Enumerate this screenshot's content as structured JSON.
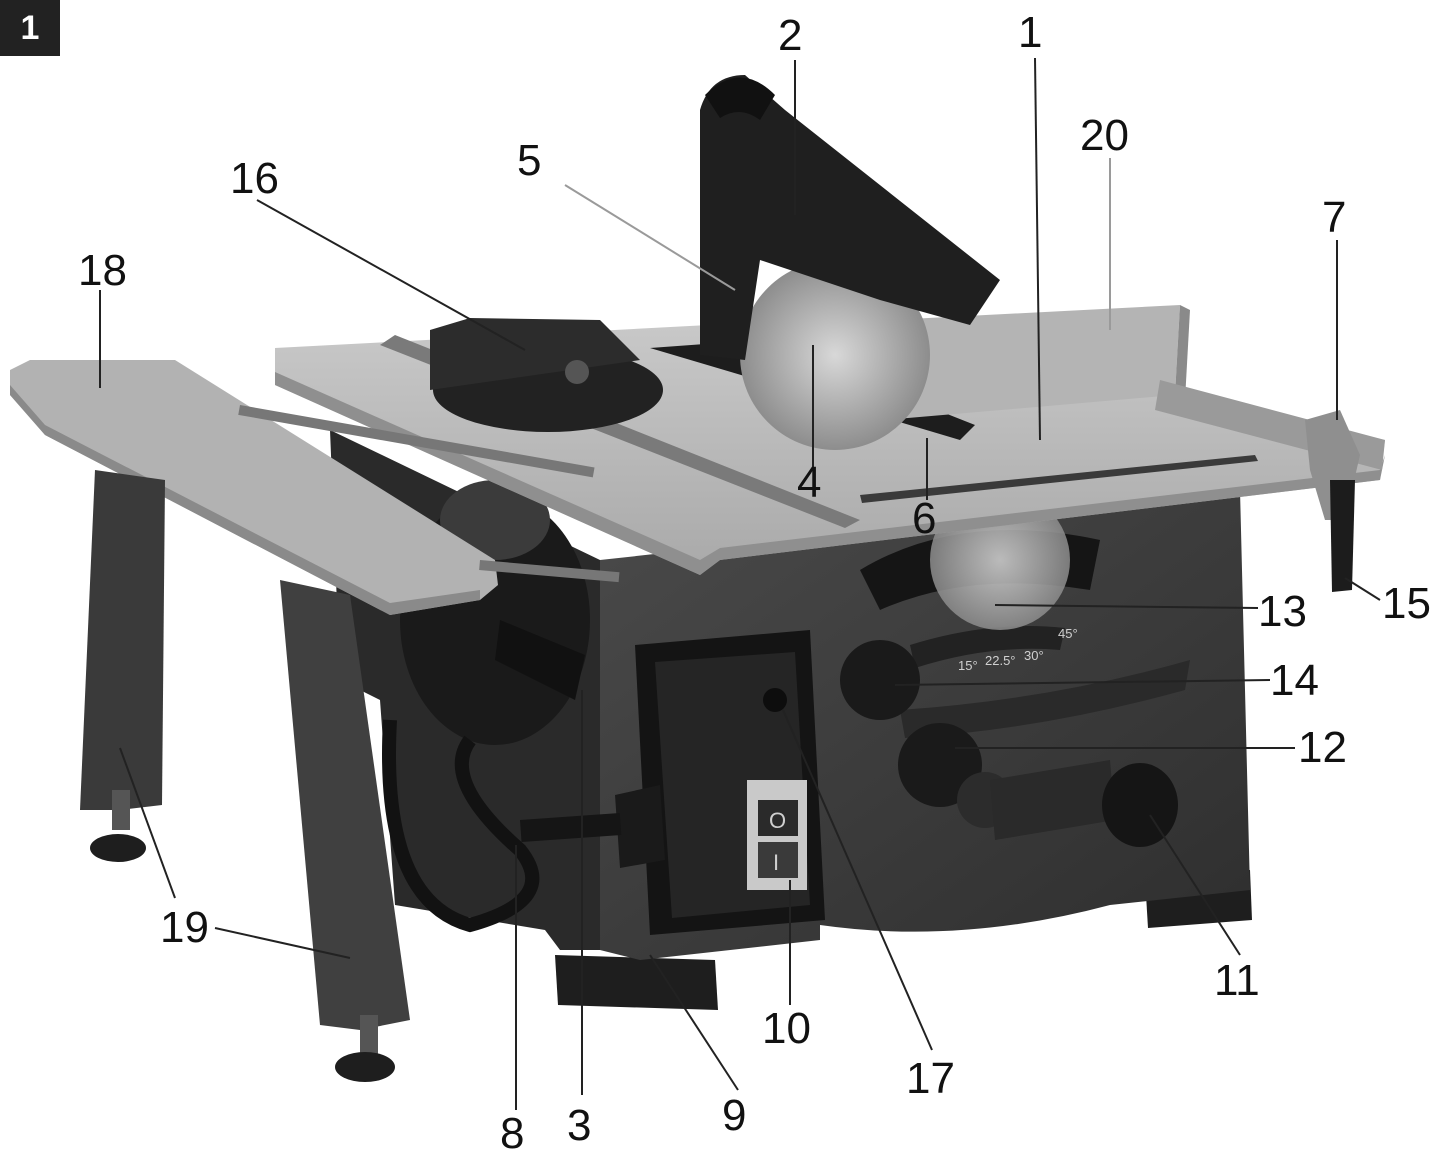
{
  "figure_number": "1",
  "callouts": [
    {
      "id": "1",
      "label": "1"
    },
    {
      "id": "2",
      "label": "2"
    },
    {
      "id": "3",
      "label": "3"
    },
    {
      "id": "4",
      "label": "4"
    },
    {
      "id": "5",
      "label": "5"
    },
    {
      "id": "6",
      "label": "6"
    },
    {
      "id": "7",
      "label": "7"
    },
    {
      "id": "8",
      "label": "8"
    },
    {
      "id": "9",
      "label": "9"
    },
    {
      "id": "10",
      "label": "10"
    },
    {
      "id": "11",
      "label": "11"
    },
    {
      "id": "12",
      "label": "12"
    },
    {
      "id": "13",
      "label": "13"
    },
    {
      "id": "14",
      "label": "14"
    },
    {
      "id": "15",
      "label": "15"
    },
    {
      "id": "16",
      "label": "16"
    },
    {
      "id": "17",
      "label": "17"
    },
    {
      "id": "18",
      "label": "18"
    },
    {
      "id": "19",
      "label": "19"
    },
    {
      "id": "20",
      "label": "20"
    }
  ],
  "scale_labels": [
    "15°",
    "22.5°",
    "30°",
    "45°"
  ],
  "switch_labels": {
    "off": "O",
    "on": "I"
  },
  "colors": {
    "table_surface": "#b8b8b8",
    "body_dark": "#3d3d3d",
    "plastic_black": "#1c1c1c",
    "leader_line": "#222222"
  }
}
